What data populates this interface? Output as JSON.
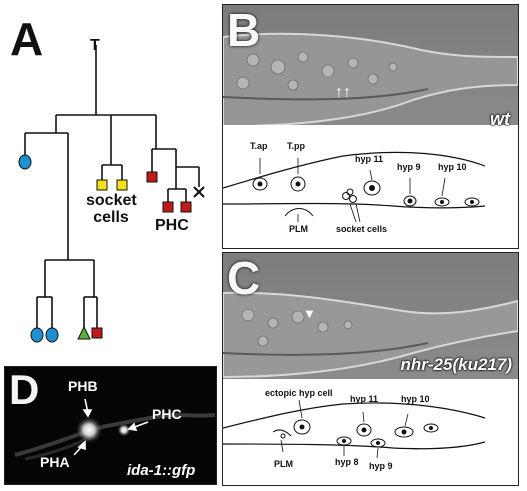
{
  "panels": {
    "a": {
      "letter": "A",
      "root_label": "T",
      "socket_label": "socket cells",
      "phc_label": "PHC"
    },
    "b": {
      "letter": "B",
      "genotype": "wt",
      "schematic": {
        "t_ap": "T.ap",
        "t_pp": "T.pp",
        "hyp11": "hyp 11",
        "hyp9": "hyp 9",
        "hyp10": "hyp 10",
        "plm": "PLM",
        "socket_cells": "socket cells"
      }
    },
    "c": {
      "letter": "C",
      "genotype": "nhr-25(ku217)",
      "schematic": {
        "ectopic": "ectopic hyp cell",
        "hyp11": "hyp 11",
        "hyp10": "hyp 10",
        "plm": "PLM",
        "hyp8": "hyp 8",
        "hyp9": "hyp 9"
      }
    },
    "d": {
      "letter": "D",
      "phb": "PHB",
      "phc": "PHC",
      "pha": "PHA",
      "reporter": "ida-1::gfp"
    }
  },
  "colors": {
    "blue": "#1e8fd0",
    "yellow": "#f2e21a",
    "red": "#c0191e",
    "green": "#5cb03a"
  }
}
